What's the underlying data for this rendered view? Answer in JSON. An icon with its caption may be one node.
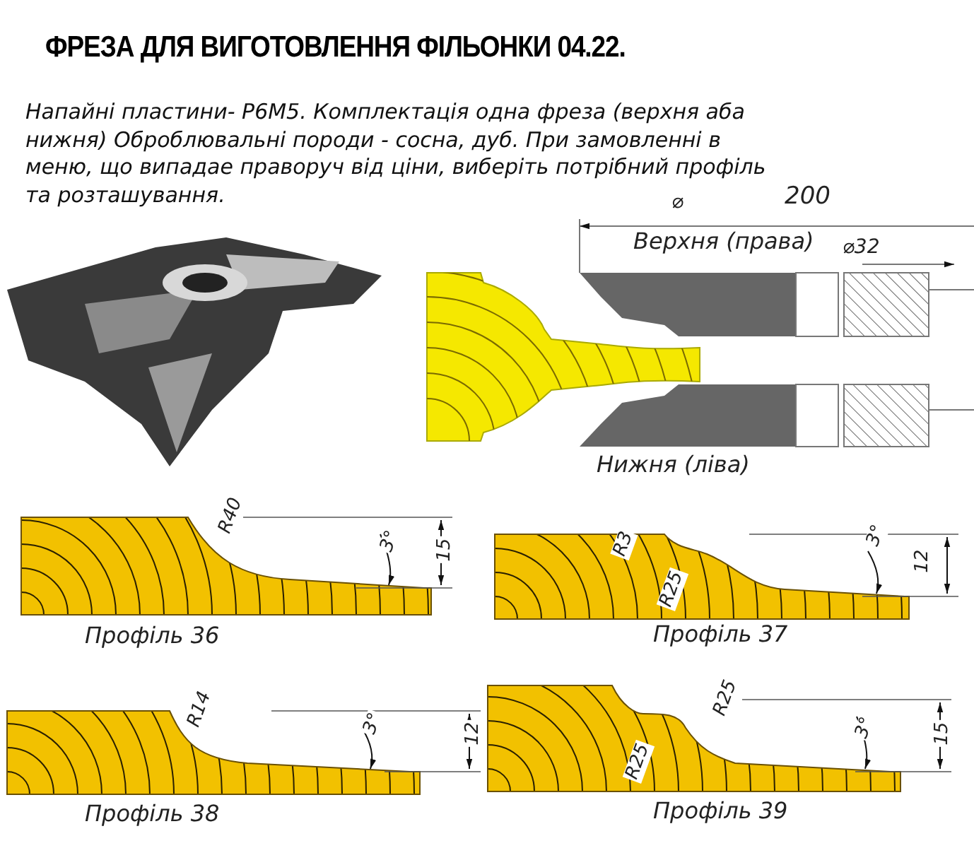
{
  "diagram": {
    "title": "ФРЕЗА ДЛЯ ВИГОТОВЛЕННЯ ФІЛЬОНКИ 04.22.",
    "labels": [
      "Напайні пластини- Р6М5. Комплектація одна фреза (верхня аба нижня) Оброблювальні породи - сосна, дуб. При замовленні в меню, що випадае праворуч від ціни, виберіть потрібний профіль та розташування.",
      "⌀",
      "200",
      "Верхня (права)",
      "⌀32",
      "Нижня (ліва)",
      "R40",
      "3°",
      "15",
      "Профіль 36",
      "R3",
      "R25",
      "3°",
      "12",
      "Профіль 37",
      "R14",
      "3°",
      "12",
      "Профіль 38",
      "R25",
      "R25",
      "3°",
      "15",
      "Профіль 39"
    ]
  }
}
